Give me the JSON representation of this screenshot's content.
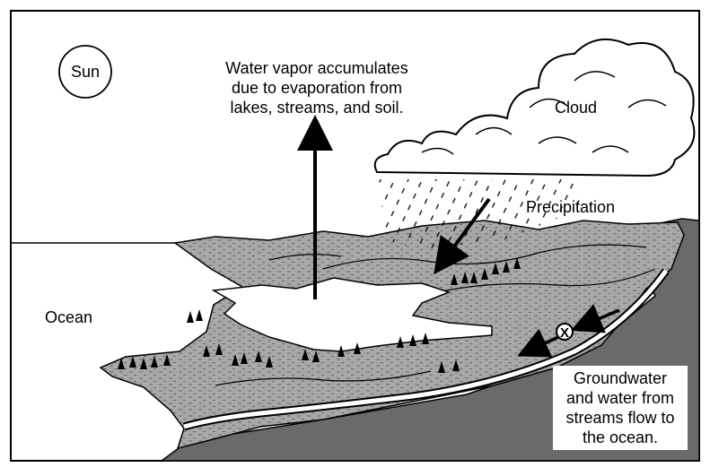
{
  "labels": {
    "sun": "Sun",
    "cloud": "Cloud",
    "ocean": "Ocean",
    "precipitation": "Precipitation",
    "evaporation": [
      "Water vapor accumulates",
      "due to evaporation from",
      "lakes, streams, and soil."
    ],
    "groundwater": [
      "Groundwater",
      "and water from",
      "streams flow to",
      "the ocean."
    ],
    "marker": "X"
  },
  "colors": {
    "land": "#a8a8a8",
    "cliff": "#6a6a6a",
    "water": "#ffffff",
    "ink": "#000000"
  }
}
